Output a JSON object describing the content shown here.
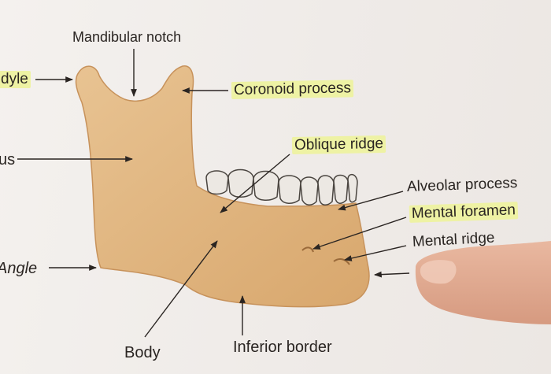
{
  "labels": {
    "mandibular_notch": "Mandibular notch",
    "condyle": "dyle",
    "coronoid_process": "Coronoid process",
    "oblique_ridge": "Oblique ridge",
    "ramus": "us",
    "alveolar_process": "Alveolar process",
    "mental_foramen": "Mental foramen",
    "mental_ridge": "Mental ridge",
    "angle": "Angle",
    "body": "Body",
    "inferior_border": "Inferior border"
  },
  "colors": {
    "bone": "#e2b782",
    "highlight": "#eef2a4",
    "teeth": "#ece8e3",
    "paper": "#f1ede9"
  }
}
